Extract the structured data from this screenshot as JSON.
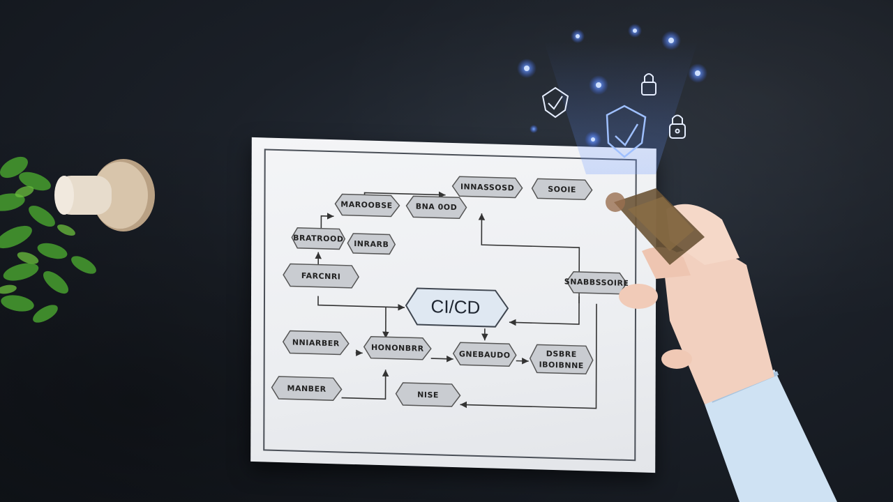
{
  "diagram": {
    "hub": "CI/CD",
    "nodes": {
      "n1": "INNASSOSD",
      "n2": "SOOIE",
      "n3": "MAROOBSE",
      "n4": "BNA 0OD",
      "n5": "BRATROOD",
      "n6": "INRARB",
      "n7": "FARCNRI",
      "n8": "SNABBSSOIRE",
      "n9": "NNIARBER",
      "n10": "HONONBRR",
      "n11": "GNEBAUDO",
      "n12": "DSBRE",
      "n12b": "IBOIBNNE",
      "n13": "MANBER",
      "n14": "NISE"
    }
  },
  "colors": {
    "background": "#1b2028",
    "paper": "#eceef1",
    "node_fill": "#c9ccd1",
    "hub_fill": "#dfe8f2",
    "glow": "#5a8cff"
  },
  "icons": [
    "shield-check-icon",
    "padlock-icon",
    "shield-icon",
    "padlock-icon"
  ]
}
